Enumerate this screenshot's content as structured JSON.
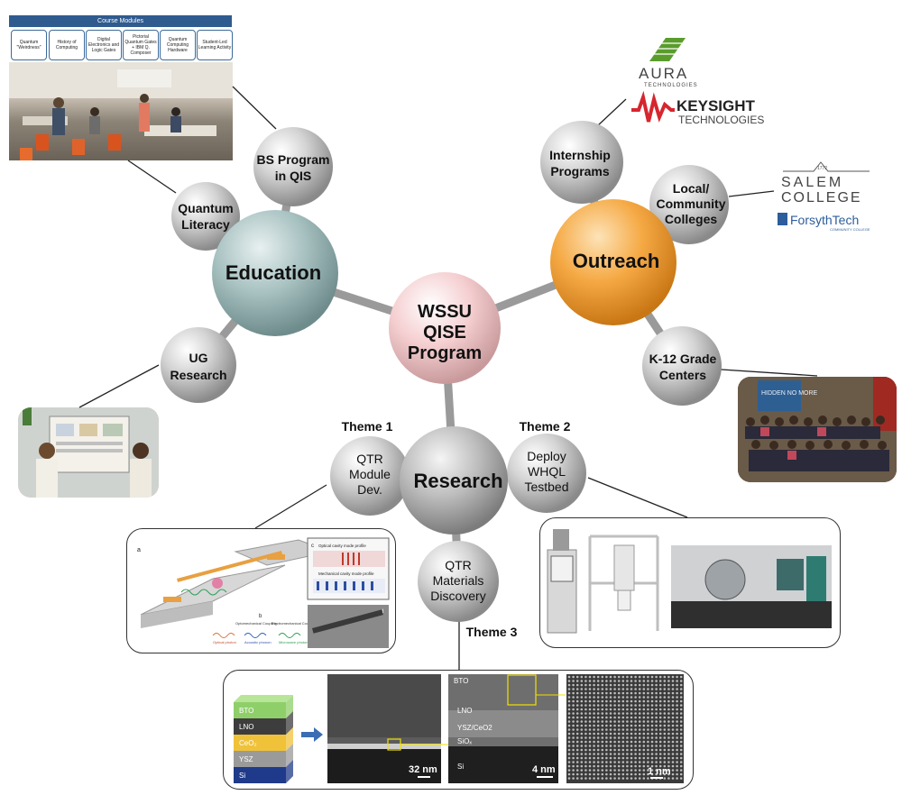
{
  "center": "WSSU QISE Program",
  "hubs": {
    "education": "Education",
    "outreach": "Outreach",
    "research": "Research"
  },
  "education_nodes": {
    "bs": "BS Program in QIS",
    "literacy": "Quantum Literacy",
    "ug": "UG Research"
  },
  "outreach_nodes": {
    "internship": "Internship Programs",
    "local": "Local/ Community Colleges",
    "k12": "K-12 Grade Centers"
  },
  "research_nodes": {
    "qtr_module": "QTR Module Dev.",
    "whql": "Deploy WHQL Testbed",
    "materials": "QTR Materials Discovery"
  },
  "themes": {
    "t1": "Theme 1",
    "t2": "Theme 2",
    "t3": "Theme 3"
  },
  "course_modules": {
    "title": "Course Modules",
    "items": [
      "Quantum \"Weirdness\"",
      "History of Computing",
      "Digital Electronics and Logic Gates",
      "Pictorial Quantum Gates + IBM Q. Composer",
      "Quantum Computing Hardware",
      "Student-Led Learning Activity"
    ]
  },
  "logos": {
    "aura": "AURA",
    "aura_sub": "TECHNOLOGIES",
    "keysight": "KEYSIGHT",
    "keysight_sub": "TECHNOLOGIES",
    "salem_year": "1772",
    "salem_line1": "SALEM",
    "salem_line2": "COLLEGE",
    "forsyth": "ForsythTech",
    "forsyth_sub": "COMMUNITY COLLEGE"
  },
  "poster_text": {
    "title": "HIDDEN NO MORE"
  },
  "figure_labels": {
    "a": "a",
    "b": "b",
    "c": "c",
    "d": "d",
    "optical_cavity": "Optical cavity mode profile",
    "mech_cavity": "Mechanical cavity mode profile",
    "opt_coupling": "Optomechanical Coupling",
    "em_coupling": "Electromechanical Coupling",
    "optical_photon": "Optical photon",
    "acoustic_phonon": "Acoustic phonon",
    "microwave_photon": "Microwave photon"
  },
  "materials": {
    "stack": [
      "BTO",
      "LNO",
      "CeO₂",
      "YSZ",
      "Si"
    ],
    "tem_labels": [
      "BTO",
      "LNO",
      "YSZ/CeO2",
      "SiOₓ",
      "Si"
    ],
    "scales": [
      "32 nm",
      "4 nm",
      "1 nm"
    ]
  },
  "colors": {
    "education": "#9fb9b9",
    "outreach": "#f4a340",
    "center": "#f3c6c8",
    "node": "#c8c8c8",
    "rod": "#9a9a9a"
  }
}
